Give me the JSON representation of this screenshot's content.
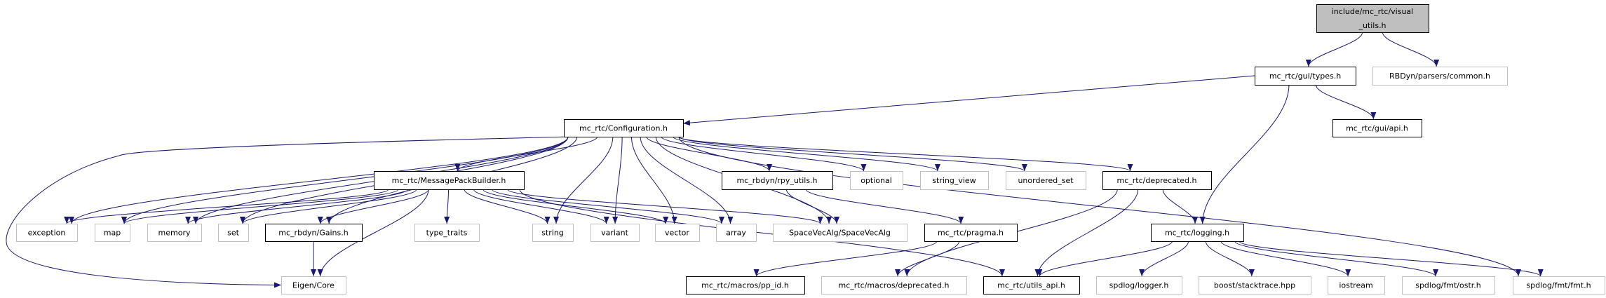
{
  "graph": {
    "edge_color": "#191970",
    "root_fill": "#bfbfbf",
    "external_border": "#bfbfbf",
    "nodes": [
      {
        "id": "root",
        "label": "include/mc_rtc/visual\n_utils.h",
        "kind": "root"
      },
      {
        "id": "types",
        "label": "mc_rtc/gui/types.h",
        "kind": "project"
      },
      {
        "id": "rbdyn_common",
        "label": "RBDyn/parsers/common.h",
        "kind": "external"
      },
      {
        "id": "config",
        "label": "mc_rtc/Configuration.h",
        "kind": "project"
      },
      {
        "id": "api",
        "label": "mc_rtc/gui/api.h",
        "kind": "project"
      },
      {
        "id": "msgpack",
        "label": "mc_rtc/MessagePackBuilder.h",
        "kind": "project"
      },
      {
        "id": "rpy",
        "label": "mc_rbdyn/rpy_utils.h",
        "kind": "project"
      },
      {
        "id": "optional",
        "label": "optional",
        "kind": "external"
      },
      {
        "id": "string_view",
        "label": "string_view",
        "kind": "external"
      },
      {
        "id": "unordered_set",
        "label": "unordered_set",
        "kind": "external"
      },
      {
        "id": "deprecated",
        "label": "mc_rtc/deprecated.h",
        "kind": "project"
      },
      {
        "id": "exception",
        "label": "exception",
        "kind": "external"
      },
      {
        "id": "map",
        "label": "map",
        "kind": "external"
      },
      {
        "id": "memory",
        "label": "memory",
        "kind": "external"
      },
      {
        "id": "set",
        "label": "set",
        "kind": "external"
      },
      {
        "id": "gains",
        "label": "mc_rbdyn/Gains.h",
        "kind": "project"
      },
      {
        "id": "type_traits",
        "label": "type_traits",
        "kind": "external"
      },
      {
        "id": "string",
        "label": "string",
        "kind": "external"
      },
      {
        "id": "variant",
        "label": "variant",
        "kind": "external"
      },
      {
        "id": "vector",
        "label": "vector",
        "kind": "external"
      },
      {
        "id": "array",
        "label": "array",
        "kind": "external"
      },
      {
        "id": "svalg",
        "label": "SpaceVecAlg/SpaceVecAlg",
        "kind": "external"
      },
      {
        "id": "pragma",
        "label": "mc_rtc/pragma.h",
        "kind": "project"
      },
      {
        "id": "logging",
        "label": "mc_rtc/logging.h",
        "kind": "project"
      },
      {
        "id": "eigen",
        "label": "Eigen/Core",
        "kind": "external"
      },
      {
        "id": "pp_id",
        "label": "mc_rtc/macros/pp_id.h",
        "kind": "project"
      },
      {
        "id": "macros_deprecated",
        "label": "mc_rtc/macros/deprecated.h",
        "kind": "external"
      },
      {
        "id": "utils_api",
        "label": "mc_rtc/utils_api.h",
        "kind": "project"
      },
      {
        "id": "spdlog_logger",
        "label": "spdlog/logger.h",
        "kind": "external"
      },
      {
        "id": "stacktrace",
        "label": "boost/stacktrace.hpp",
        "kind": "external"
      },
      {
        "id": "iostream",
        "label": "iostream",
        "kind": "external"
      },
      {
        "id": "ostr",
        "label": "spdlog/fmt/ostr.h",
        "kind": "external"
      },
      {
        "id": "fmt",
        "label": "spdlog/fmt/fmt.h",
        "kind": "external"
      }
    ],
    "edges": [
      [
        "root",
        "types"
      ],
      [
        "root",
        "rbdyn_common"
      ],
      [
        "types",
        "config"
      ],
      [
        "types",
        "api"
      ],
      [
        "types",
        "logging"
      ],
      [
        "config",
        "msgpack"
      ],
      [
        "config",
        "rpy"
      ],
      [
        "config",
        "optional"
      ],
      [
        "config",
        "string_view"
      ],
      [
        "config",
        "unordered_set"
      ],
      [
        "config",
        "deprecated"
      ],
      [
        "config",
        "exception"
      ],
      [
        "config",
        "map"
      ],
      [
        "config",
        "memory"
      ],
      [
        "config",
        "set"
      ],
      [
        "config",
        "gains"
      ],
      [
        "config",
        "string"
      ],
      [
        "config",
        "variant"
      ],
      [
        "config",
        "vector"
      ],
      [
        "config",
        "array"
      ],
      [
        "config",
        "svalg"
      ],
      [
        "config",
        "eigen"
      ],
      [
        "config",
        "fmt"
      ],
      [
        "msgpack",
        "exception"
      ],
      [
        "msgpack",
        "map"
      ],
      [
        "msgpack",
        "memory"
      ],
      [
        "msgpack",
        "set"
      ],
      [
        "msgpack",
        "gains"
      ],
      [
        "msgpack",
        "eigen"
      ],
      [
        "msgpack",
        "type_traits"
      ],
      [
        "msgpack",
        "string"
      ],
      [
        "msgpack",
        "variant"
      ],
      [
        "msgpack",
        "vector"
      ],
      [
        "msgpack",
        "array"
      ],
      [
        "msgpack",
        "svalg"
      ],
      [
        "msgpack",
        "utils_api"
      ],
      [
        "gains",
        "eigen"
      ],
      [
        "rpy",
        "svalg"
      ],
      [
        "rpy",
        "pragma"
      ],
      [
        "pragma",
        "pp_id"
      ],
      [
        "pragma",
        "macros_deprecated"
      ],
      [
        "deprecated",
        "macros_deprecated"
      ],
      [
        "deprecated",
        "utils_api"
      ],
      [
        "deprecated",
        "logging"
      ],
      [
        "logging",
        "utils_api"
      ],
      [
        "logging",
        "spdlog_logger"
      ],
      [
        "logging",
        "stacktrace"
      ],
      [
        "logging",
        "iostream"
      ],
      [
        "logging",
        "ostr"
      ],
      [
        "logging",
        "fmt"
      ]
    ]
  }
}
